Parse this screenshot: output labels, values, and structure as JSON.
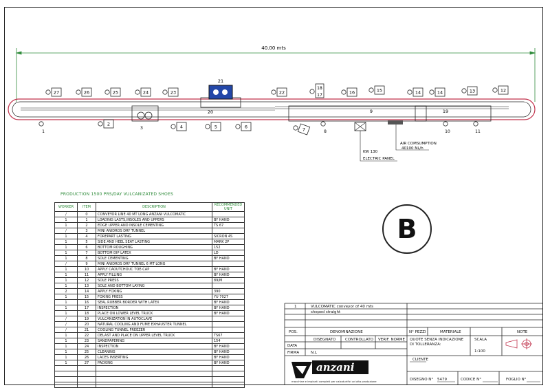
{
  "layout": {
    "dimension_label": "40.00 mts",
    "stations": [
      {
        "n": "27"
      },
      {
        "n": "26"
      },
      {
        "n": "25"
      },
      {
        "n": "24"
      },
      {
        "n": "23"
      },
      {
        "n": "21"
      },
      {
        "n": "22"
      },
      {
        "n": "18"
      },
      {
        "n": "17"
      },
      {
        "n": "16"
      },
      {
        "n": "15"
      },
      {
        "n": "14"
      },
      {
        "n": "14"
      },
      {
        "n": "13"
      },
      {
        "n": "12"
      },
      {
        "n": "1"
      },
      {
        "n": "2"
      },
      {
        "n": "3"
      },
      {
        "n": "4"
      },
      {
        "n": "5"
      },
      {
        "n": "6"
      },
      {
        "n": "7"
      },
      {
        "n": "8"
      },
      {
        "n": "10"
      },
      {
        "n": "11"
      },
      {
        "n": "20"
      },
      {
        "n": "9"
      },
      {
        "n": "19"
      }
    ],
    "electric_panel": {
      "line1": "KW 130",
      "line2": "ELECTRIC PANEL"
    },
    "air": {
      "line1": "AIR COMSUMPTION",
      "line2": "40100 NL/h"
    }
  },
  "production": {
    "title": "PRODUCTION 1500 PRS/DAY VULCANIZATED SHOES",
    "headers": [
      "WORKER",
      "ITEM",
      "DESCRIPTION",
      "RECOMMENDED UNIT"
    ],
    "rows": [
      [
        "/",
        "0",
        "CONVEYOR LINE 40 MT LONG ANZANI VULCOMATIC",
        ""
      ],
      [
        "1",
        "1",
        "LOADING LASTS,INSOLES AND UPPERS",
        "BY HAND"
      ],
      [
        "1",
        "2",
        "EDGE UPPER AND INSOLE CEMENTING",
        "TS 67"
      ],
      [
        "/",
        "3",
        "MINI ANIDROS DRY TUNNEL",
        ""
      ],
      [
        "1",
        "4",
        "FOREPART LASTING",
        "SICRON 4S"
      ],
      [
        "1",
        "5",
        "SIDE AND HEEL SEAT LASTING",
        "MARK 2P"
      ],
      [
        "1",
        "6",
        "BOTTOM ROUGHING",
        "152"
      ],
      [
        "1",
        "7",
        "BOTTOM DIP LATEX",
        "LD"
      ],
      [
        "1",
        "8",
        "SOLE CEMENTING",
        "BY HAND"
      ],
      [
        "/",
        "9",
        "MINI ANIDROS DRY TUNNEL 6 MT LONG",
        ""
      ],
      [
        "1",
        "10",
        "APPLY CAOUTCHOUC TOE-CAP",
        "BY HAND"
      ],
      [
        "1",
        "11",
        "APPLY FILLING",
        "BY HAND"
      ],
      [
        "1",
        "12",
        "SOLE PRESS",
        "89/M"
      ],
      [
        "1",
        "13",
        "SOLE AND BOTTOM LAYING",
        ""
      ],
      [
        "2",
        "14",
        "APPLY FOXING",
        "390"
      ],
      [
        "1",
        "15",
        "FOXING PRESS",
        "YU 7027"
      ],
      [
        "1",
        "16",
        "SEAL RUBBER BORDER WITH LATEX",
        "BY HAND"
      ],
      [
        "1",
        "17",
        "INSPECTION",
        "BY HAND"
      ],
      [
        "1",
        "18",
        "PLACE ON LOWER LEVEL TRUCK",
        "BY HAND"
      ],
      [
        "/",
        "19",
        "VULCANIZATION IN AUTOCLAVE",
        ""
      ],
      [
        "/",
        "20",
        "NATURAL COOLING AND FUME EXHAUSTER TUNNEL",
        ""
      ],
      [
        "/",
        "21",
        "COOLING TUNNEL FREEZER",
        ""
      ],
      [
        "1",
        "22",
        "DELAST AND PLACE ON UPPER LEVEL TRUCK",
        "TS67"
      ],
      [
        "1",
        "23",
        "SANDPAPERING",
        "154"
      ],
      [
        "1",
        "24",
        "INSPECTION",
        "BY HAND"
      ],
      [
        "1",
        "25",
        "CLEANING",
        "BY HAND"
      ],
      [
        "1",
        "26",
        "LACES INSERTING",
        "BY HAND"
      ],
      [
        "1",
        "27",
        "PACKING",
        "BY HAND"
      ],
      [
        "",
        "",
        "",
        ""
      ],
      [
        "",
        "",
        "",
        ""
      ],
      [
        "",
        "",
        "",
        ""
      ],
      [
        "",
        "",
        "",
        ""
      ]
    ]
  },
  "badge": "B",
  "title_block": {
    "row1_num": "1",
    "row1_desc1": "VULCOMATIC conveyor of 40 mts",
    "row1_desc2": "sheped straight",
    "pos": "POS.",
    "denominazione": "DENOMINAZIONE",
    "n_pezzi": "N° PEZZI",
    "materiale": "MATERIALE",
    "note": "NOTE",
    "disegnato": "DISEGNATO",
    "controllato": "CONTROLLATO",
    "verif_norme": "VERIF. NORME",
    "quote": "QUOTE SENZA INDICAZIONE",
    "tolleranza": "DI TOLLERANZA:",
    "scala": "SCALA",
    "scala_val": "1:100",
    "data": "DATA",
    "firma": "FIRMA",
    "firma_val": "N.L",
    "cliente": "CLIENTE",
    "disegno": "DISEGNO N°",
    "disegno_val": "5479",
    "codice": "CODICE N°",
    "foglio": "FOGLIO N°",
    "logo": "anzani",
    "logo_sub": "macchine e impianti completi per calzaturifici ad alta produzione"
  }
}
